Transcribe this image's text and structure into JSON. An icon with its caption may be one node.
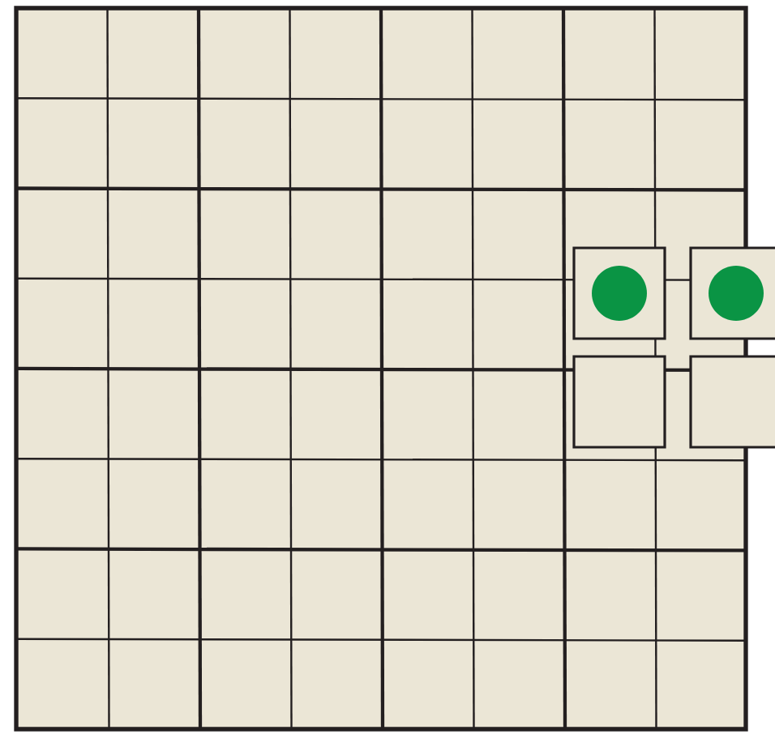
{
  "diagram": {
    "nodes": [
      {
        "text": [],
        "shape": "box"
      },
      {
        "text": [],
        "shape": "circle",
        "in": 0
      },
      {
        "text": [],
        "shape": "box"
      },
      {
        "text": [],
        "shape": "circle",
        "in": 2
      },
      {
        "text": [],
        "shape": "box"
      },
      {
        "text": [],
        "shape": "box"
      }
    ]
  }
}
